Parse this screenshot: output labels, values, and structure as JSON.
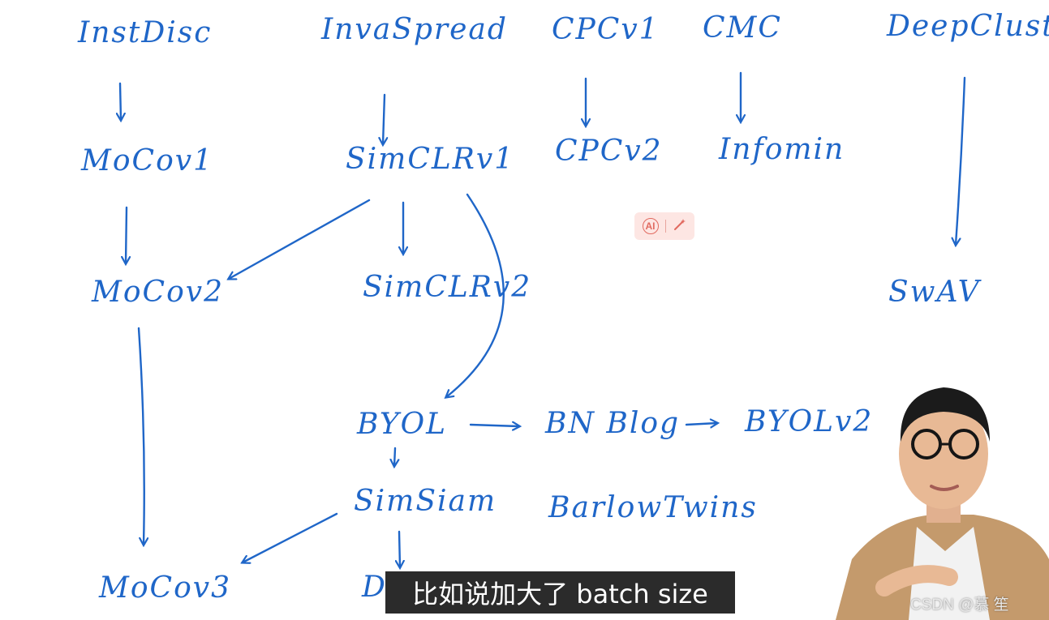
{
  "nodes": {
    "instdisc": "InstDisc",
    "invaspread": "InvaSpread",
    "cpcv1": "CPCv1",
    "cmc": "CMC",
    "deepcluster": "DeepCluster",
    "mocov1": "MoCov1",
    "simclrv1": "SimCLRv1",
    "cpcv2": "CPCv2",
    "infomin": "Infomin",
    "mocov2": "MoCov2",
    "simclrv2": "SimCLRv2",
    "swav": "SwAV",
    "byol": "BYOL",
    "bn_blog": "BN Blog",
    "byolv2": "BYOLv2",
    "simsiam": "SimSiam",
    "barlow_twins": "BarlowTwins",
    "mocov3": "MoCov3",
    "dino": "DINO"
  },
  "overlay": {
    "ai_label": "AI",
    "subtitle": "比如说加大了 batch size",
    "watermark": "CSDN @慕    笙"
  },
  "colors": {
    "ink": "#1f66c8",
    "subtitle_bg": "#2b2b2b"
  }
}
